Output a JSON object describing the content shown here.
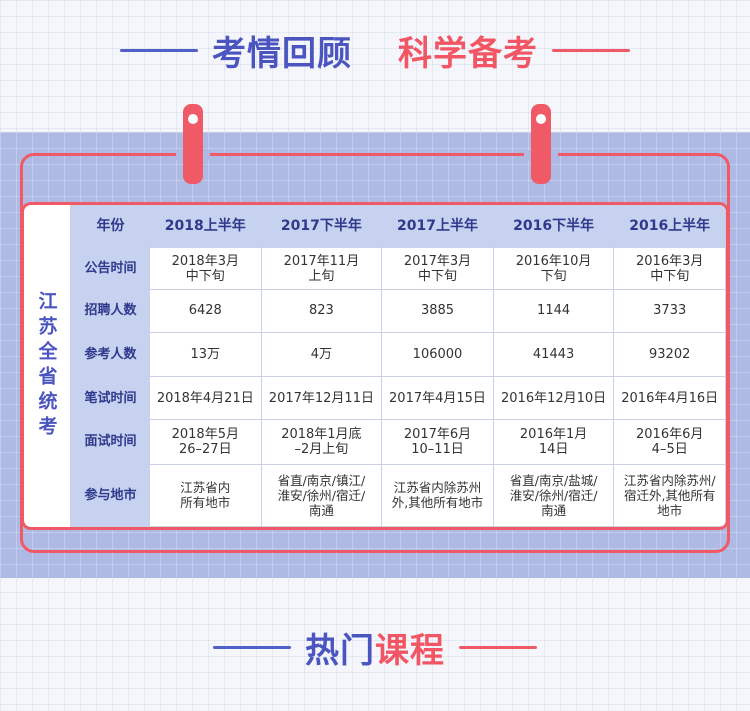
{
  "heading_top": {
    "part1": "考情回顾",
    "part2": "科学备考"
  },
  "heading_bottom": {
    "part1": "热门",
    "part2": "课程"
  },
  "side_label": "江苏全省统考",
  "table": {
    "header_label": "年份",
    "columns": [
      "2018上半年",
      "2017下半年",
      "2017上半年",
      "2016下半年",
      "2016上半年"
    ],
    "rows": [
      {
        "label": "公告时间",
        "cells": [
          "2018年3月\n中下旬",
          "2017年11月\n上旬",
          "2017年3月\n中下旬",
          "2016年10月\n下旬",
          "2016年3月\n中下旬"
        ]
      },
      {
        "label": "招聘人数",
        "cells": [
          "6428",
          "823",
          "3885",
          "1144",
          "3733"
        ]
      },
      {
        "label": "参考人数",
        "cells": [
          "13万",
          "4万",
          "106000",
          "41443",
          "93202"
        ]
      },
      {
        "label": "笔试时间",
        "cells": [
          "2018年4月21日",
          "2017年12月11日",
          "2017年4月15日",
          "2016年12月10日",
          "2016年4月16日"
        ]
      },
      {
        "label": "面试时间",
        "cells": [
          "2018年5月\n26–27日",
          "2018年1月底\n–2月上旬",
          "2017年6月\n10–11日",
          "2016年1月\n14日",
          "2016年6月\n4–5日"
        ]
      },
      {
        "label": "参与地市",
        "cells": [
          "江苏省内\n所有地市",
          "省直/南京/镇江/\n淮安/徐州/宿迁/\n南通",
          "江苏省内除苏州\n外,其他所有地市",
          "省直/南京/盐城/\n淮安/徐州/宿迁/\n南通",
          "江苏省内除苏州/\n宿迁外,其他所有\n地市"
        ]
      }
    ]
  },
  "colors": {
    "blue": "#4a55c0",
    "red": "#f25563",
    "band": "#aebae3",
    "header_bg": "#c7d1f0"
  }
}
